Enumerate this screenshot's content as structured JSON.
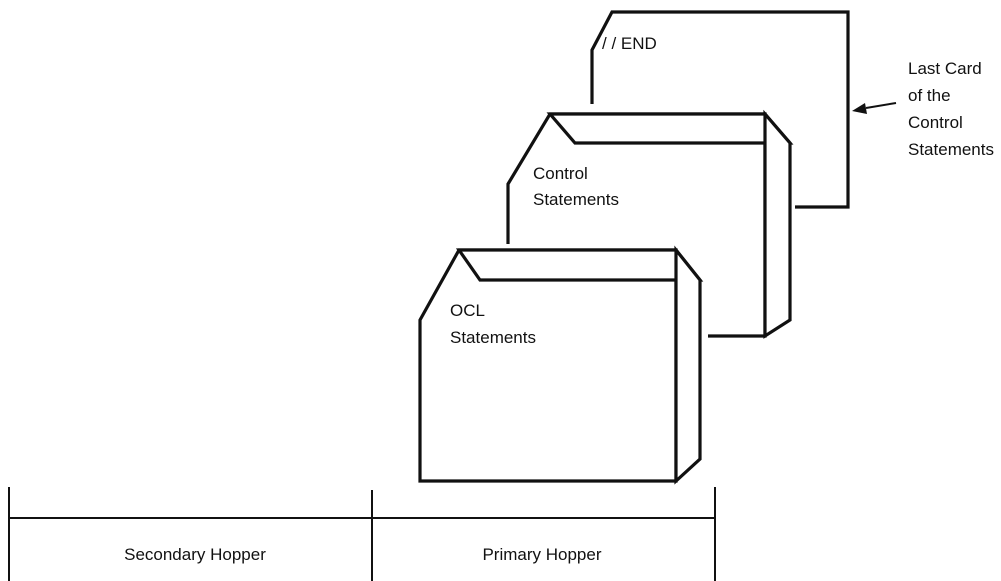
{
  "cards": {
    "end_label": "/ / END",
    "control_line1": "Control",
    "control_line2": "Statements",
    "ocl_line1": "OCL",
    "ocl_line2": "Statements"
  },
  "annotation": {
    "line1": "Last Card",
    "line2": "of the",
    "line3": "Control",
    "line4": "Statements"
  },
  "hoppers": {
    "secondary": "Secondary Hopper",
    "primary": "Primary Hopper"
  }
}
